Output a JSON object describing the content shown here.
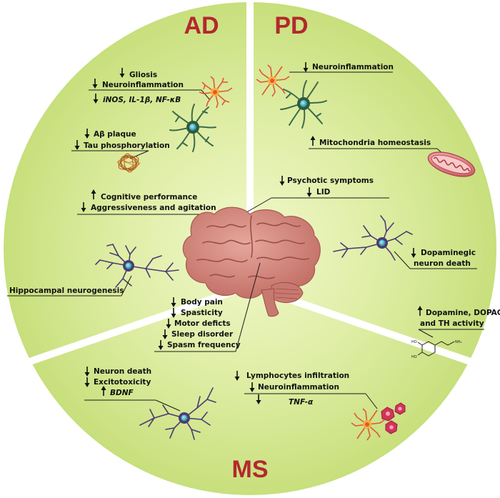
{
  "sections": {
    "ad": {
      "title": "AD",
      "items": {
        "gliosis": "Gliosis",
        "neuroinflammation": "Neuroinflammation",
        "markers": "iNOS, IL-1β, NF-κB",
        "abeta": "Aβ plaque",
        "tau": "Tau phosphorylation",
        "cognitive": "Cognitive performance",
        "aggressiveness": "Aggressiveness and agitation",
        "hippocampal": "Hippocampal neurogenesis"
      }
    },
    "pd": {
      "title": "PD",
      "items": {
        "neuroinflammation": "Neuroinflammation",
        "mitochondria": "Mitochondria homeostasis",
        "psychotic": "Psychotic symptoms",
        "lid": "LID",
        "dopaminergic_1": "Dopaminegic",
        "dopaminergic_2": "neuron death",
        "dopamine_1": "Dopamine, DOPAC",
        "dopamine_2": "and TH activity"
      }
    },
    "ms": {
      "title": "MS",
      "items": {
        "body_pain": "Body pain",
        "spasticity": "Spasticity",
        "motor": "Motor deficts",
        "sleep": "Sleep disorder",
        "spasm": "Spasm frequency",
        "neuron_death": "Neuron death",
        "excitotoxicity": "Excitotoxicity",
        "bdnf": "BDNF",
        "lymphocytes": "Lymphocytes infiltration",
        "neuroinflammation": "Neuroinflammation",
        "tnf": "TNF-α"
      }
    }
  },
  "colors": {
    "background": "#d6e891",
    "background_center": "#eef6c4",
    "title": "#b3282d",
    "brain": "#d58a82",
    "microglia": "#e2563a",
    "astrocyte": "#3d6b4a",
    "neuron": "#4d3a72",
    "nucleus": "#3cb4c8"
  },
  "icons": [
    "microglia-icon",
    "astrocyte-icon",
    "amyloid-plaque-icon",
    "neuron-icon",
    "mitochondria-icon",
    "dopamine-molecule-icon",
    "lymphocyte-icon",
    "brain-icon"
  ]
}
